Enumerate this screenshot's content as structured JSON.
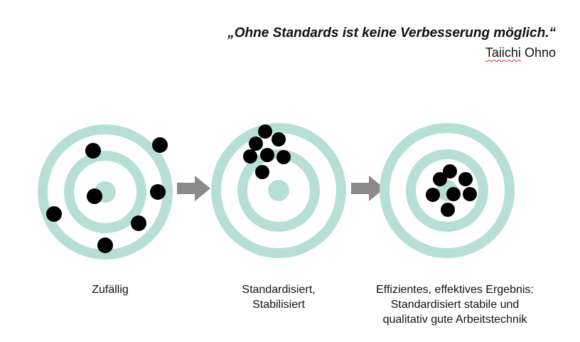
{
  "quote": {
    "text": "„Ohne Standards ist keine Verbesserung möglich.“",
    "author_first": "Taiichi",
    "author_last": "Ohno"
  },
  "targets": [
    {
      "caption_lines": [
        "Zufällig"
      ],
      "name": "random"
    },
    {
      "caption_lines": [
        "Standardisiert,",
        "Stabilisiert"
      ],
      "name": "standardized"
    },
    {
      "caption_lines": [
        "Effizientes, effektives Ergebnis:",
        "Standardisiert stabile und",
        "qualitativ gute Arbeitstechnik"
      ],
      "name": "efficient"
    }
  ],
  "colors": {
    "ring": "#b7dfd6",
    "dot": "#000000",
    "arrow": "#8a8a8a"
  }
}
